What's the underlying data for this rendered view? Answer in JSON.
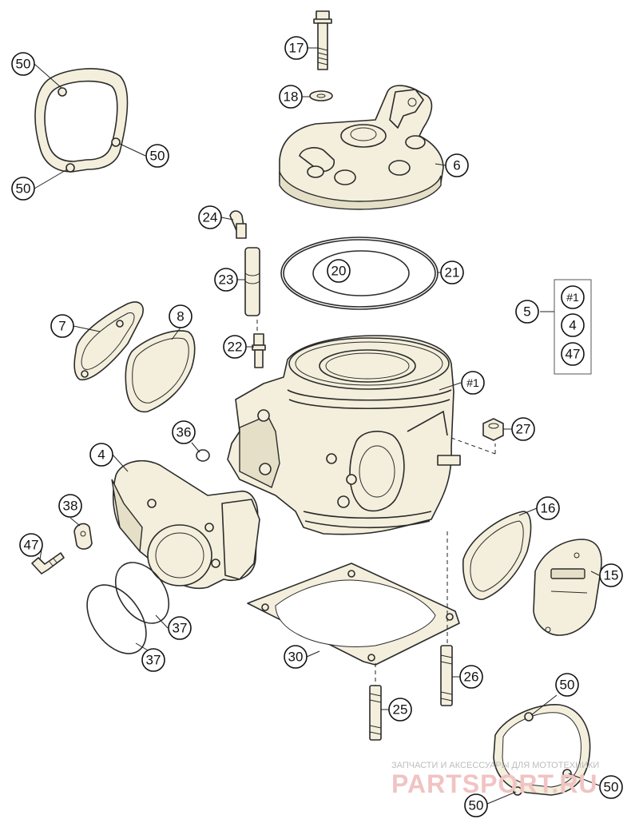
{
  "callouts": {
    "c50a": "50",
    "c50b": "50",
    "c50c": "50",
    "c17": "17",
    "c18": "18",
    "c6": "6",
    "c24": "24",
    "c23": "23",
    "c20": "20",
    "c21": "21",
    "c22": "22",
    "c5": "5",
    "c5_1": "#1",
    "c5_4": "4",
    "c5_47": "47",
    "c7": "7",
    "c8": "8",
    "c1": "#1",
    "c27": "27",
    "c36": "36",
    "c4": "4",
    "c38": "38",
    "c47": "47",
    "c16": "16",
    "c15": "15",
    "c37a": "37",
    "c37b": "37",
    "c30": "30",
    "c26": "26",
    "c25": "25",
    "c50d": "50",
    "c50e": "50",
    "c50f": "50"
  },
  "watermark": {
    "tagline": "ЗАПЧАСТИ И АКСЕССУАРЫ ДЛЯ МОТОТЕХНИКИ",
    "logo": "PARTSPORT.RU"
  },
  "colors": {
    "part_fill": "#f3efdc",
    "outline": "#2b2b2b",
    "watermark": "#f1c3c3"
  }
}
